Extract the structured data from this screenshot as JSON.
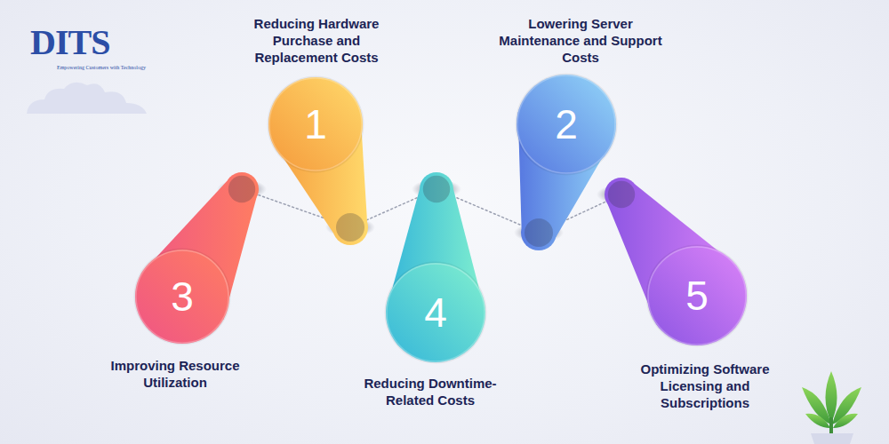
{
  "diagram": {
    "nodes": [
      {
        "text": [
          "1",
          "Reducing Hardware Purchase and Replacement Costs"
        ]
      },
      {
        "text": [
          "2",
          "Lowering Server Maintenance and Support Costs"
        ]
      },
      {
        "text": [
          "3",
          "Improving Resource Utilization"
        ]
      },
      {
        "text": [
          "4",
          "Reducing Downtime-Related Costs"
        ]
      },
      {
        "text": [
          "5",
          "Optimizing Software Licensing and Subscriptions"
        ]
      }
    ],
    "edges": [
      {
        "from": 2,
        "to": 0,
        "arrow": "none"
      },
      {
        "from": 0,
        "to": 3,
        "arrow": "none"
      },
      {
        "from": 3,
        "to": 1,
        "arrow": "none"
      },
      {
        "from": 1,
        "to": 4,
        "arrow": "none"
      }
    ],
    "labels": [
      "DITS",
      "Empowering Customers with Technology"
    ]
  }
}
